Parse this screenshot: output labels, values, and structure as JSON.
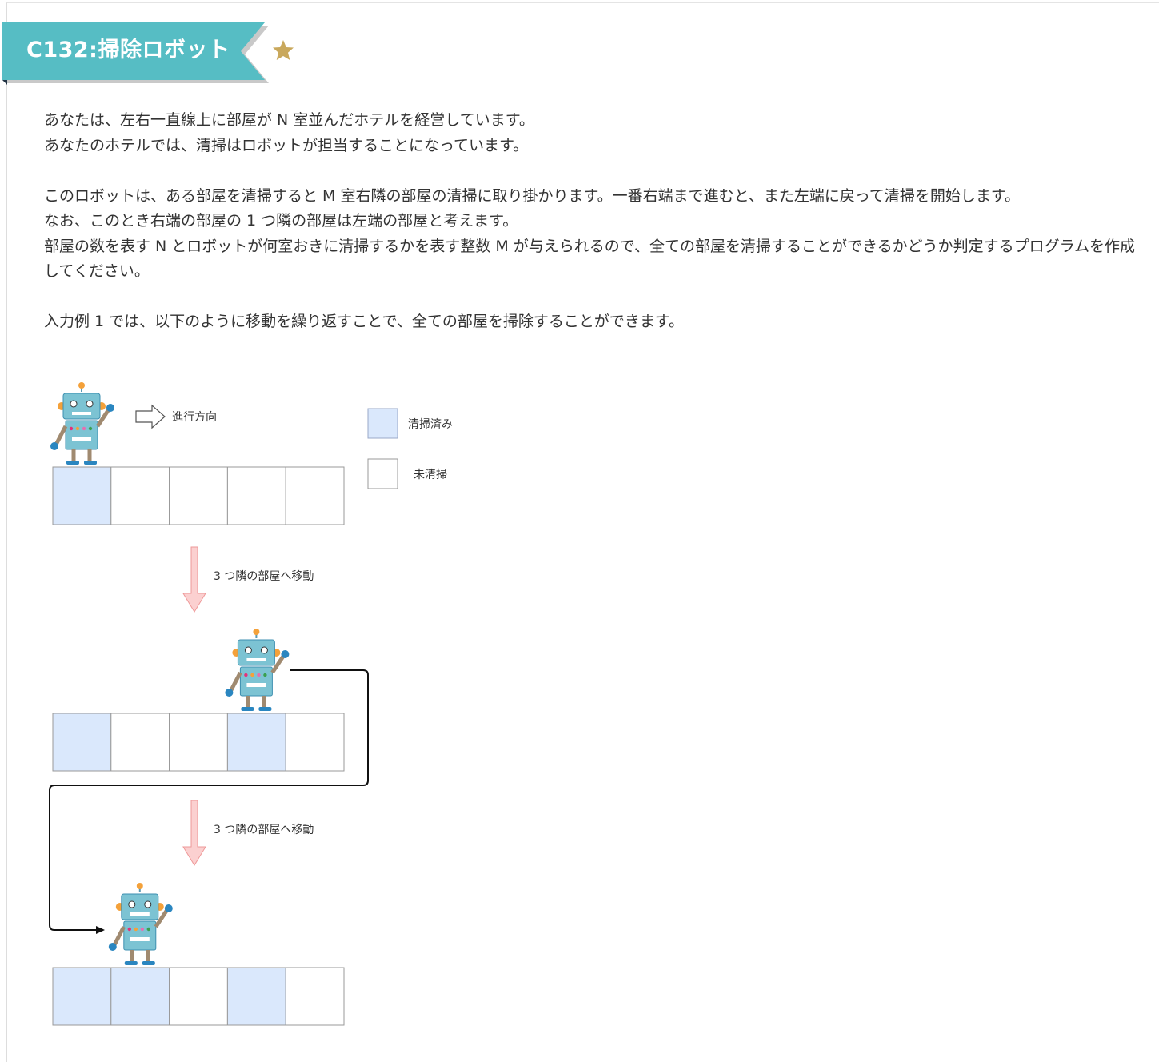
{
  "problem": {
    "title": "C132:掃除ロボット",
    "difficulty_icon": "star-icon",
    "colors": {
      "banner": "#56bdc4",
      "star": "#c9a85c",
      "cleaned": "#dae8fc"
    }
  },
  "statement": {
    "paragraphs": [
      [
        "あなたは、左右一直線上に部屋が N 室並んだホテルを経営しています。",
        "あなたのホテルでは、清掃はロボットが担当することになっています。"
      ],
      [
        "このロボットは、ある部屋を清掃すると M 室右隣の部屋の清掃に取り掛かります。一番右端まで進むと、また左端に戻って清掃を開始します。",
        "なお、このとき右端の部屋の 1 つ隣の部屋は左端の部屋と考えます。",
        "部屋の数を表す N とロボットが何室おきに清掃するかを表す整数 M が与えられるので、全ての部屋を清掃することができるかどうか判定するプログラムを作成してください。"
      ],
      [
        "入力例 1 では、以下のように移動を繰り返すことで、全ての部屋を掃除することができます。"
      ]
    ]
  },
  "diagram": {
    "direction_label": "進行方向",
    "legend": [
      {
        "label": "清掃済み",
        "state": "cleaned"
      },
      {
        "label": "未清掃",
        "state": "uncleaned"
      }
    ],
    "steps": [
      {
        "cleaned": [
          true,
          false,
          false,
          false,
          false
        ],
        "robot_room": 1
      },
      {
        "move_label": "3 つ隣の部屋へ移動",
        "cleaned": [
          true,
          false,
          false,
          true,
          false
        ],
        "robot_room": 4
      },
      {
        "move_label": "3 つ隣の部屋へ移動",
        "cleaned": [
          true,
          true,
          false,
          true,
          false
        ],
        "robot_room": 2
      }
    ]
  }
}
